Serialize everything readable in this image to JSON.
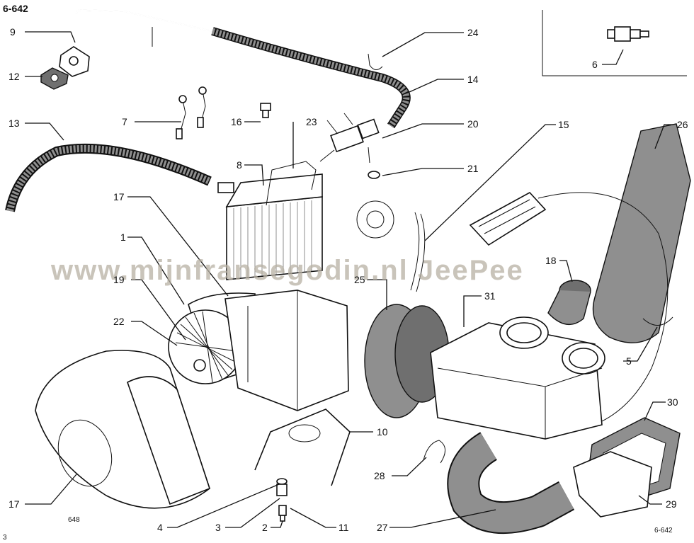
{
  "header": {
    "code": "6-642"
  },
  "footer": {
    "left_number": "3",
    "drawing_number": "648",
    "code": "6-642"
  },
  "watermark": "www.mijnfransegodin.nl JeePee",
  "callouts": {
    "c9": "9",
    "c12": "12",
    "c13": "13",
    "c7": "7",
    "c16": "16",
    "c23": "23",
    "c8": "8",
    "c24": "24",
    "c14": "14",
    "c20": "20",
    "c21": "21",
    "c15": "15",
    "c26": "26",
    "c6": "6",
    "c17a": "17",
    "c1": "1",
    "c19": "19",
    "c22": "22",
    "c25": "25",
    "c31": "31",
    "c18": "18",
    "c5": "5",
    "c10": "10",
    "c30": "30",
    "c28": "28",
    "c29": "29",
    "c17b": "17",
    "c4": "4",
    "c3": "3",
    "c2": "2",
    "c11": "11",
    "c27": "27"
  },
  "colors": {
    "ink": "#111111",
    "foam": "#8f8f8f",
    "watermark": "#b7b0a3"
  }
}
